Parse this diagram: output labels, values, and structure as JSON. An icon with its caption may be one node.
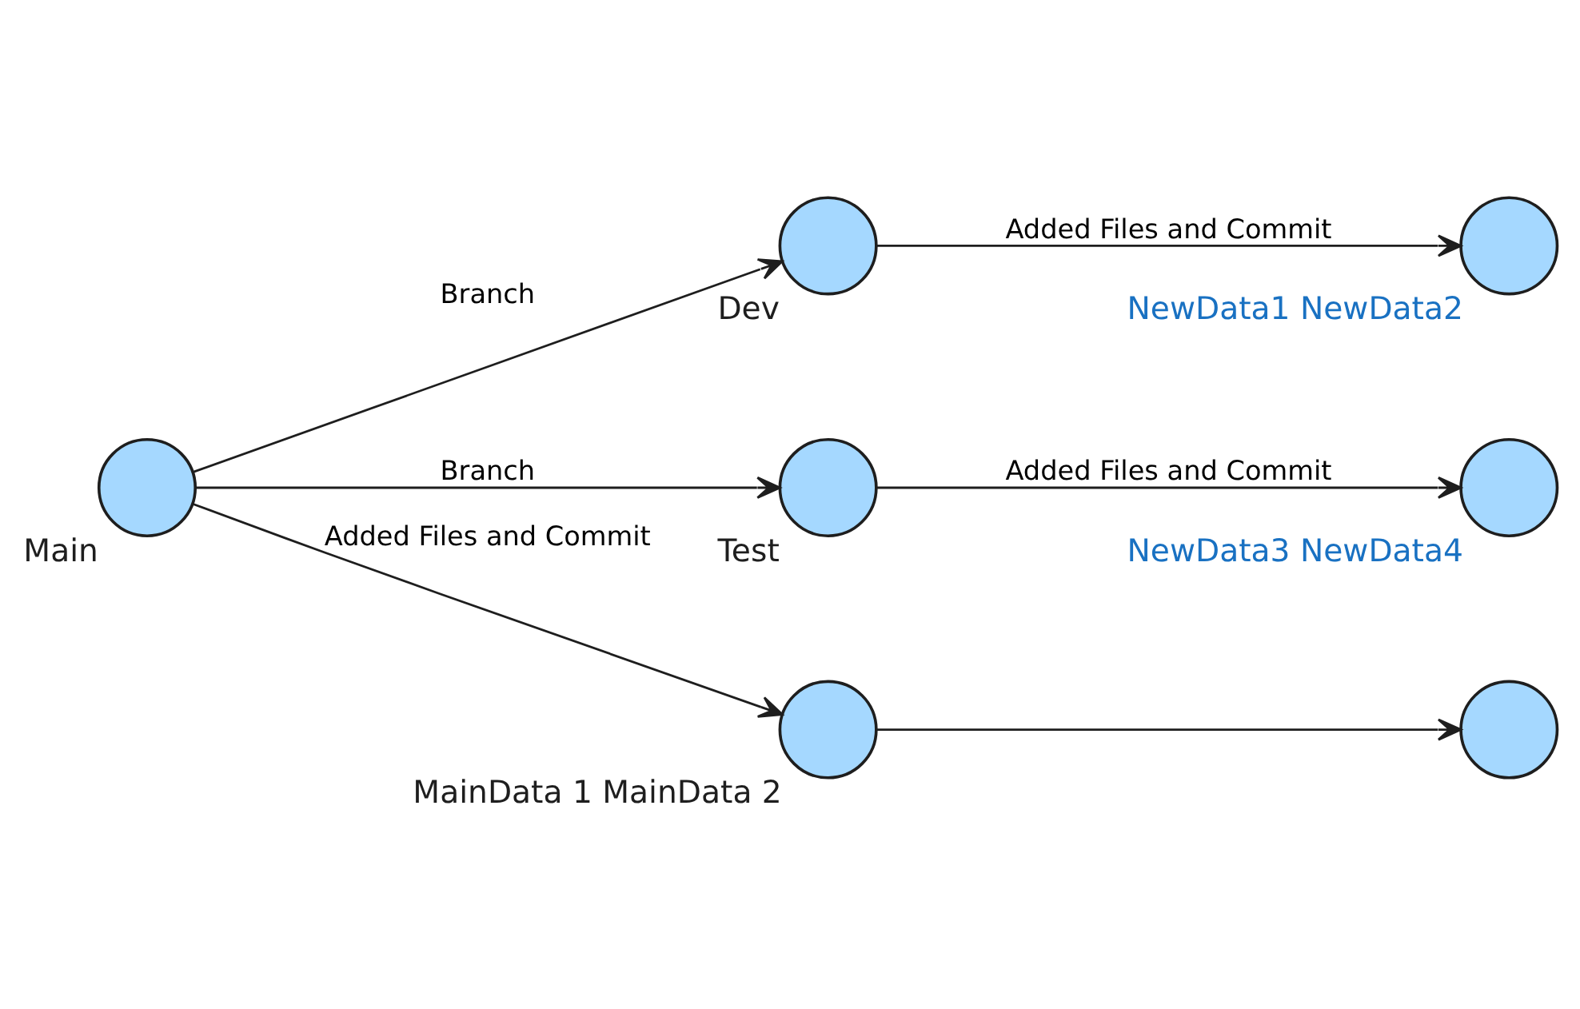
{
  "diagram": {
    "nodes": [
      {
        "text": [],
        "shape": "circle",
        "beside": [
          "Dev"
        ]
      },
      {
        "text": [],
        "shape": "circle",
        "beside": [
          "NewData1 NewData2"
        ]
      },
      {
        "text": [],
        "shape": "circle",
        "beside": [
          "Test"
        ]
      },
      {
        "text": [],
        "shape": "circle",
        "beside": [
          "NewData3 NewData4"
        ]
      },
      {
        "text": [],
        "shape": "circle",
        "beside": [
          "Main"
        ]
      },
      {
        "text": [],
        "shape": "circle",
        "beside": [
          "MainData 1 MainData 2"
        ]
      },
      {
        "text": [],
        "shape": "circle"
      }
    ],
    "edges": [
      {
        "from": 0,
        "to": 1,
        "arrow": "to",
        "label": "Added Files and Commit"
      },
      {
        "from": 2,
        "to": 3,
        "arrow": "to",
        "label": "Added Files and Commit"
      },
      {
        "from": 4,
        "to": 0,
        "arrow": "to",
        "label": "Branch"
      },
      {
        "from": 4,
        "to": 2,
        "arrow": "to",
        "label": "Branch"
      },
      {
        "from": 4,
        "to": 5,
        "arrow": "to",
        "label": "Added Files and Commit"
      },
      {
        "from": 5,
        "to": 6,
        "arrow": "to"
      }
    ]
  }
}
